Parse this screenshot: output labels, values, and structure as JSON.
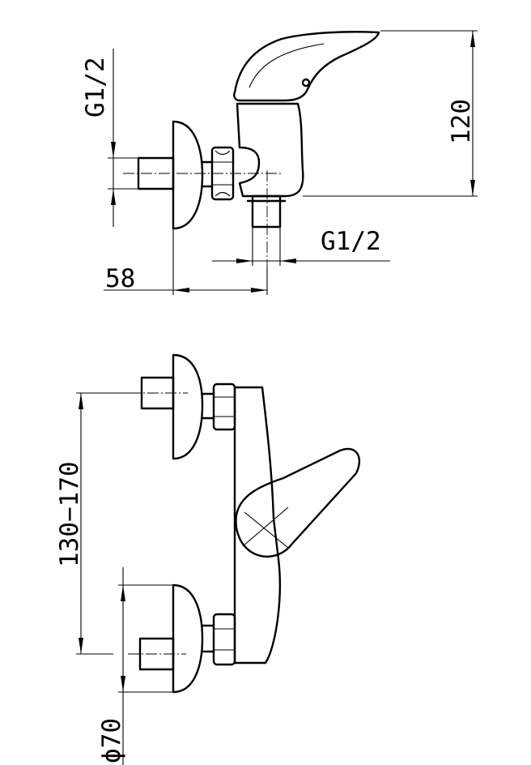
{
  "side_view": {
    "thread_inlet": "G1/2",
    "height": "120",
    "thread_outlet": "G1/2",
    "projection": "58"
  },
  "front_view": {
    "spacing": "130−170",
    "diameter": "ϕ70"
  }
}
